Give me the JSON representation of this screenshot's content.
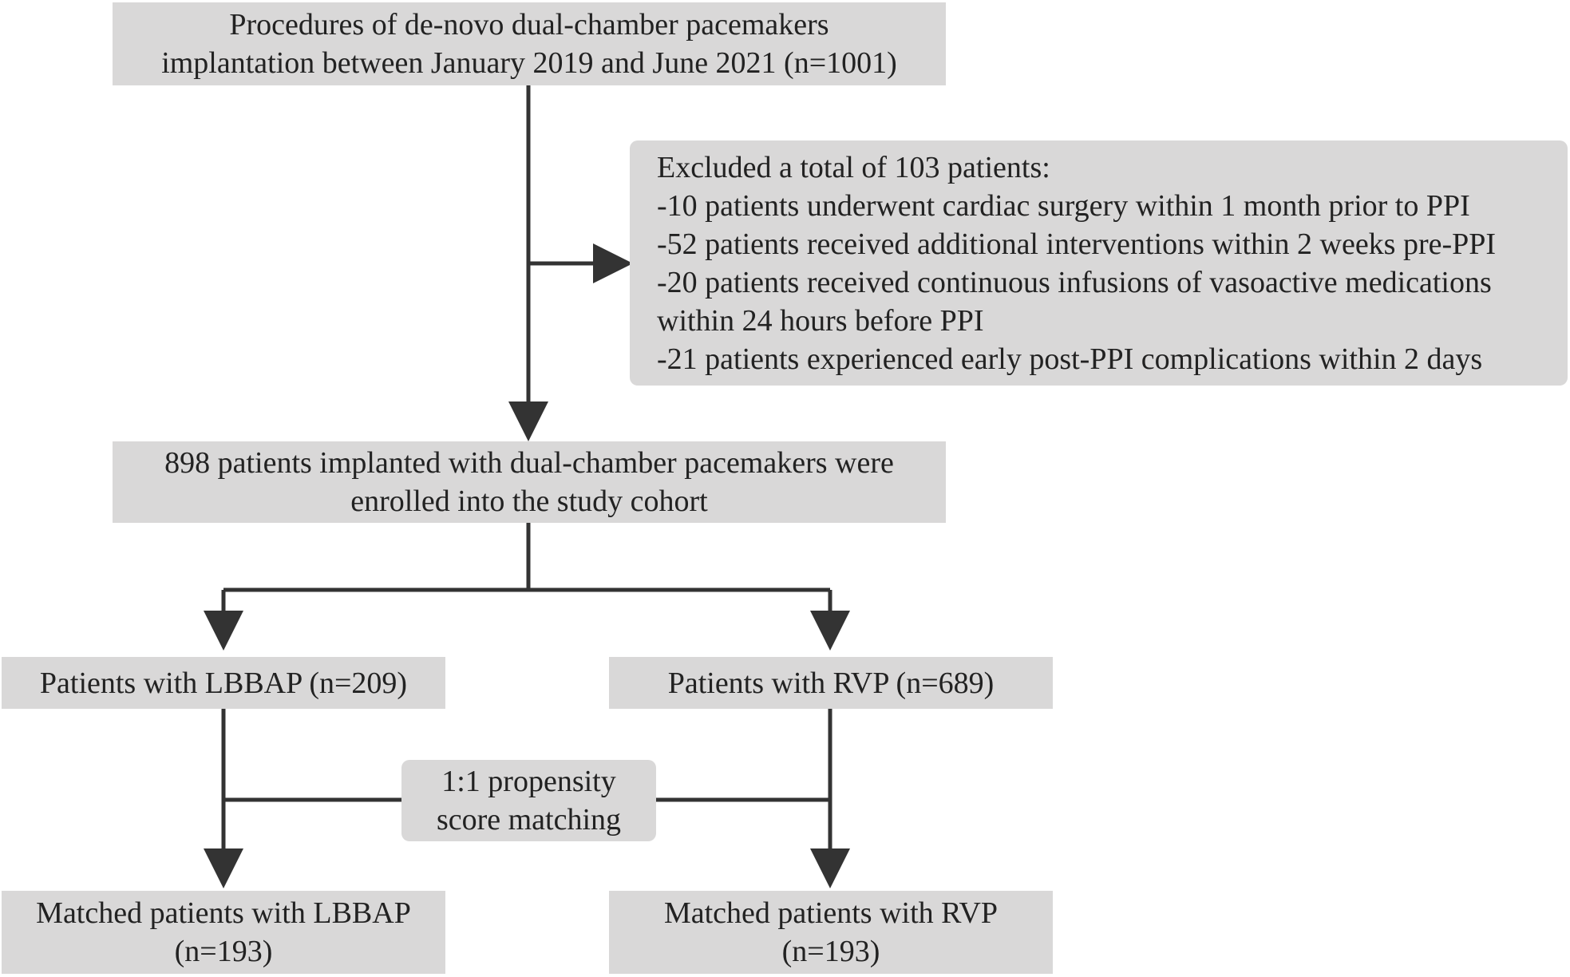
{
  "boxes": {
    "start": {
      "lines": [
        "Procedures of de-novo dual-chamber pacemakers",
        "implantation between January 2019 and June 2021 (n=1001)"
      ]
    },
    "excluded": {
      "lines": [
        "Excluded a total of 103 patients:",
        "-10 patients underwent cardiac surgery within 1 month prior to PPI",
        "-52 patients received additional interventions within 2 weeks pre-PPI",
        "-20 patients received continuous infusions of vasoactive medications",
        "within 24 hours before PPI",
        "-21 patients experienced early post-PPI complications within 2 days"
      ]
    },
    "enrolled": {
      "lines": [
        "898 patients implanted with dual-chamber pacemakers were",
        "enrolled into the study cohort"
      ]
    },
    "lbbap": {
      "lines": [
        "Patients with LBBAP (n=209)"
      ]
    },
    "rvp": {
      "lines": [
        "Patients with RVP (n=689)"
      ]
    },
    "matching": {
      "lines": [
        "1:1 propensity",
        "score matching"
      ]
    },
    "matched_lbbap": {
      "lines": [
        "Matched patients with LBBAP",
        "(n=193)"
      ]
    },
    "matched_rvp": {
      "lines": [
        "Matched patients with RVP",
        "(n=193)"
      ]
    }
  },
  "colors": {
    "box_fill": "#d9d8d8",
    "line": "#333333",
    "text": "#222222"
  }
}
